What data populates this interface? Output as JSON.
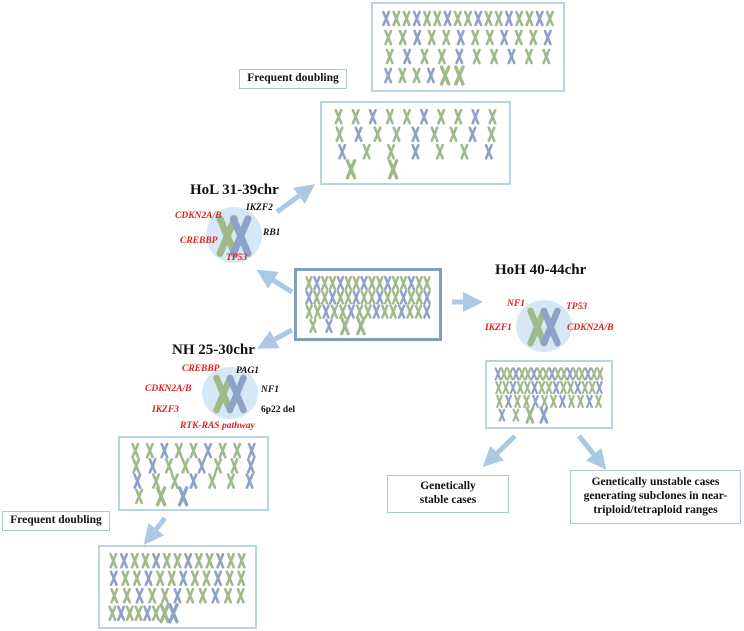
{
  "colors": {
    "green_chromosome": "#9fba8a",
    "blue_chromosome": "#8ea2c9",
    "arrow": "#a9c9e4",
    "red_gene": "#e0201f",
    "bubble": "#d6e8f5"
  },
  "labels": {
    "frequent_doubling_top": "Frequent doubling",
    "frequent_doubling_bottom": "Frequent doubling",
    "genetically_stable": "Genetically stable cases",
    "genetically_unstable": "Genetically unstable cases generating subclones in near-triploid/tetraploid ranges"
  },
  "hol": {
    "title": "HoL 31-39chr",
    "genes": {
      "cdkn2ab": "CDKN2A/B",
      "ikzf2": "IKZF2",
      "crebbp": "CREBBP",
      "rb1": "RB1",
      "tp53": "TP53"
    }
  },
  "hoh": {
    "title": "HoH 40-44chr",
    "genes": {
      "nf1": "NF1",
      "tp53": "TP53",
      "ikzf1": "IKZF1",
      "cdkn2ab": "CDKN2A/B"
    }
  },
  "nh": {
    "title": "NH 25-30chr",
    "genes": {
      "crebbp": "CREBBP",
      "pag1": "PAG1",
      "cdkn2ab": "CDKN2A/B",
      "nf1": "NF1",
      "ikzf3": "IKZF3",
      "del6p22": "6p22 del",
      "rtk_ras": "RTK-RAS pathway"
    }
  }
}
